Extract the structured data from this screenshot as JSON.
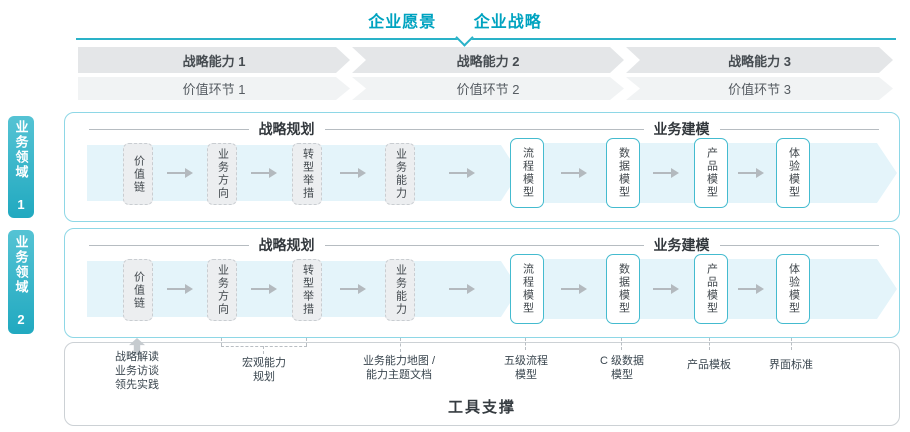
{
  "colors": {
    "accent_teal": "#00a3c0",
    "panel_border": "#8ed7e6",
    "flow_arrow_fill": "#e4f4fa",
    "model_box_border": "#44bbcf",
    "gray_box_fill": "#eceef0",
    "chevron_fill": "#e4e6e8"
  },
  "header": {
    "vision": "企业愿景",
    "strategy": "企业战略"
  },
  "capability_row": [
    "战略能力 1",
    "战略能力 2",
    "战略能力 3"
  ],
  "value_link_row": [
    "价值环节 1",
    "价值环节 2",
    "价值环节 3"
  ],
  "domains": [
    {
      "label": "业务领域 1"
    },
    {
      "label": "业务领域 2"
    }
  ],
  "panel": {
    "planning_title": "战略规划",
    "modeling_title": "业务建模",
    "gray_boxes": [
      "价值链",
      "业务方向",
      "转型举措",
      "业务能力"
    ],
    "model_boxes": [
      "流程模型",
      "数据模型",
      "产品模型",
      "体验模型"
    ]
  },
  "annotations": [
    {
      "lines": [
        "战略解读",
        "业务访谈",
        "领先实践"
      ]
    },
    {
      "lines": [
        "宏观能力",
        "规划"
      ]
    },
    {
      "lines": [
        "业务能力地图 /",
        "能力主题文档"
      ]
    },
    {
      "lines": [
        "五级流程",
        "模型"
      ]
    },
    {
      "lines": [
        "C 级数据",
        "模型"
      ]
    },
    {
      "lines": [
        "产品模板"
      ]
    },
    {
      "lines": [
        "界面标准"
      ]
    }
  ],
  "tool_support_label": "工具支撑"
}
